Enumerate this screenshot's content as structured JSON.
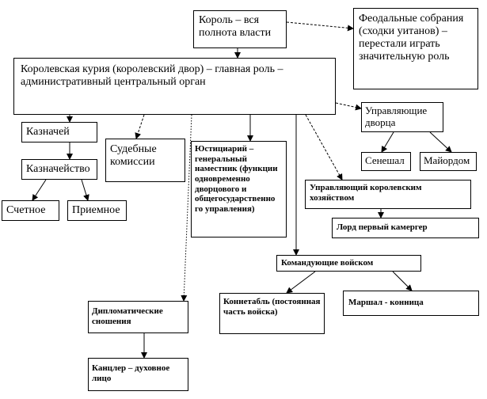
{
  "nodes": {
    "king": "Король – вся полнота власти",
    "feudal": "Феодальные собрания (сходки уитанов) – перестали играть значительную роль",
    "curia": "Королевская курия (королевский двор) – главная роль – административный центральный орган",
    "palace_managers": "Управляющие дворца",
    "seneschal": "Сенешал",
    "majordomo": "Майордом",
    "treasurer": "Казначей",
    "treasury": "Казначейство",
    "accounting": "Счетное",
    "receiving": "Приемное",
    "judicial": "Судебные комиссии",
    "justiciar": "Юстициарий – генеральный наместник (функции одновременно дворцового и общегосударственно го управления)",
    "household": "Управляющий королевским хозяйством",
    "chamberlain": "Лорд первый камергер",
    "army_commanders": "Командующие войском",
    "constable": "Коннетабль (постоянная часть войска)",
    "marshal": "Маршал - конница",
    "diplomatic": "Дипломатические сношения",
    "chancellor": "Канцлер – духовное лицо"
  }
}
